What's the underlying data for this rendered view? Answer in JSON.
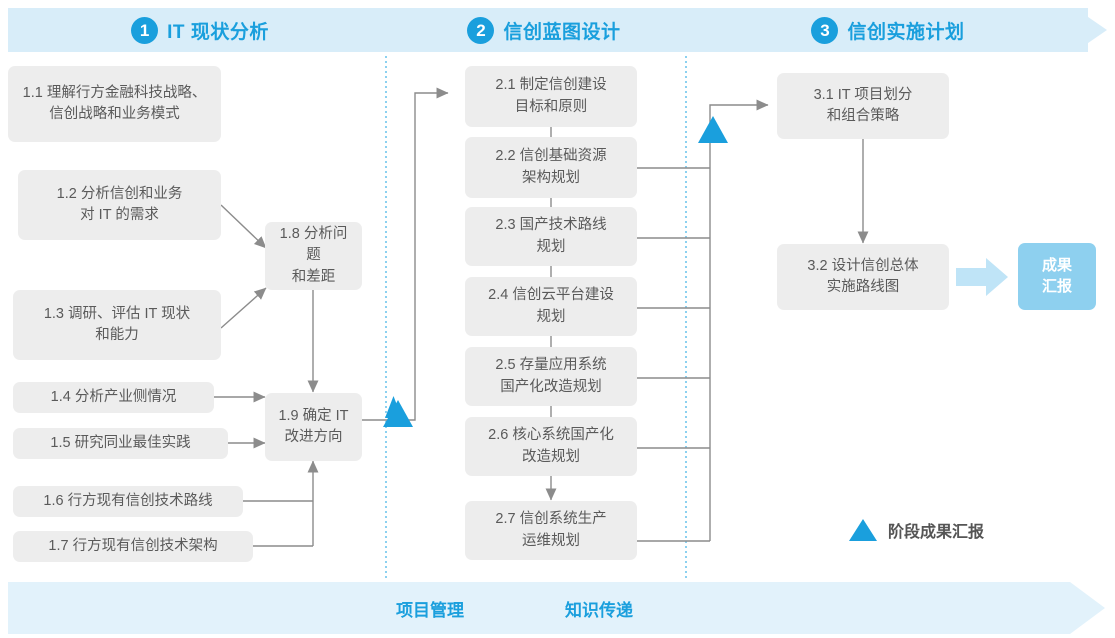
{
  "colors": {
    "accent": "#1a9fdd",
    "band": "#d8edf9",
    "footer_band": "#e2f2fb",
    "box_fill": "#ededed",
    "box_text": "#5a5a5a",
    "connector": "#8c8c8c",
    "chip_fill": "#8ed0ef",
    "divider": "#4db8e8"
  },
  "phases": [
    {
      "number": "1",
      "title": "IT 现状分析"
    },
    {
      "number": "2",
      "title": "信创蓝图设计"
    },
    {
      "number": "3",
      "title": "信创实施计划"
    }
  ],
  "phase1": {
    "inputs": [
      {
        "id": "1.1",
        "label": "1.1 理解行方金融科技战略、\n信创战略和业务模式"
      },
      {
        "id": "1.2",
        "label": "1.2 分析信创和业务\n对 IT 的需求"
      },
      {
        "id": "1.3",
        "label": "1.3 调研、评估 IT 现状\n和能力"
      },
      {
        "id": "1.4",
        "label": "1.4 分析产业侧情况"
      },
      {
        "id": "1.5",
        "label": "1.5 研究同业最佳实践"
      },
      {
        "id": "1.6",
        "label": "1.6 行方现有信创技术路线"
      },
      {
        "id": "1.7",
        "label": "1.7 行方现有信创技术架构"
      }
    ],
    "outputs": [
      {
        "id": "1.8",
        "label": "1.8 分析问题\n和差距"
      },
      {
        "id": "1.9",
        "label": "1.9 确定 IT\n改进方向"
      }
    ]
  },
  "phase2": {
    "items": [
      {
        "id": "2.1",
        "label": "2.1 制定信创建设\n目标和原则"
      },
      {
        "id": "2.2",
        "label": "2.2 信创基础资源\n架构规划"
      },
      {
        "id": "2.3",
        "label": "2.3 国产技术路线\n规划"
      },
      {
        "id": "2.4",
        "label": "2.4 信创云平台建设\n规划"
      },
      {
        "id": "2.5",
        "label": "2.5 存量应用系统\n国产化改造规划"
      },
      {
        "id": "2.6",
        "label": "2.6 核心系统国产化\n改造规划"
      },
      {
        "id": "2.7",
        "label": "2.7 信创系统生产\n运维规划"
      }
    ]
  },
  "phase3": {
    "items": [
      {
        "id": "3.1",
        "label": "3.1 IT 项目划分\n和组合策略"
      },
      {
        "id": "3.2",
        "label": "3.2 设计信创总体\n实施路线图"
      }
    ],
    "result": {
      "label": "成果\n汇报"
    }
  },
  "legend": {
    "icon": "triangle-up-icon",
    "label": "阶段成果汇报"
  },
  "footer": {
    "labels": [
      "项目管理",
      "知识传递"
    ]
  },
  "milestones": [
    {
      "name": "milestone-phase1"
    },
    {
      "name": "milestone-phase2"
    }
  ]
}
